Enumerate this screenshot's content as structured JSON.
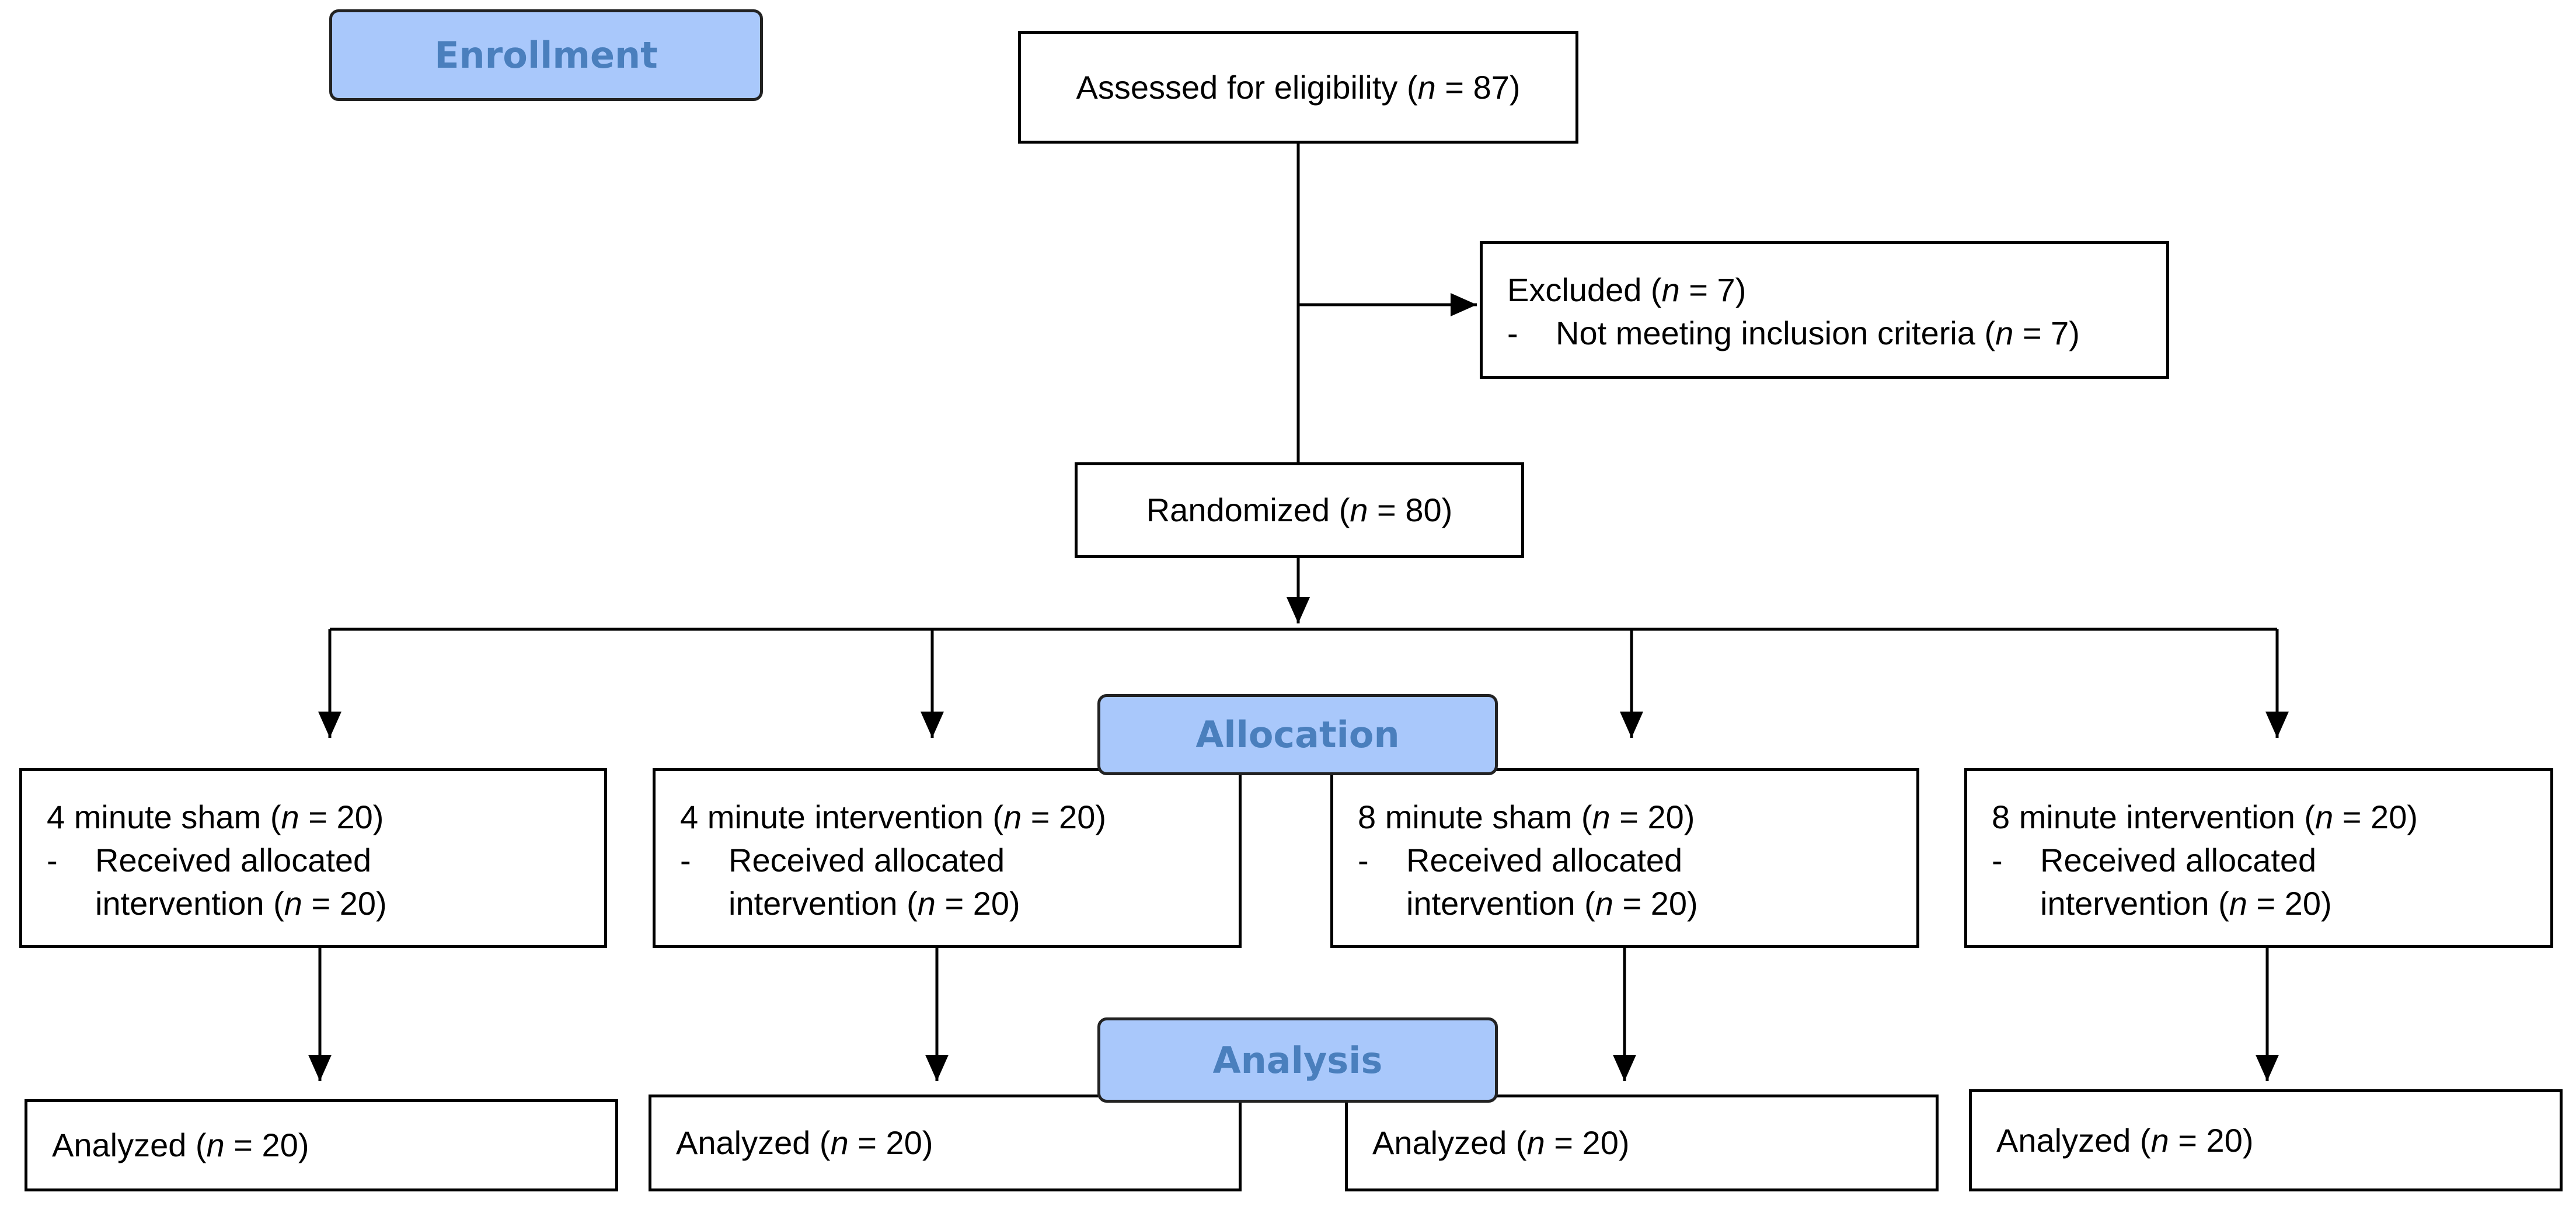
{
  "phases": {
    "enrollment": "Enrollment",
    "allocation": "Allocation",
    "analysis": "Analysis"
  },
  "n_symbol": "n",
  "assessed": {
    "label": "Assessed for eligibility (",
    "value": " = 87)"
  },
  "excluded": {
    "label": "Excluded  (",
    "value": " = 7)",
    "dash": "-",
    "reason_label": "Not meeting inclusion criteria (",
    "reason_value": " = 7)"
  },
  "randomized": {
    "label": "Randomized (",
    "value": " = 80)"
  },
  "arms": [
    {
      "title": "4 minute sham (",
      "title_value": " = 20)",
      "dash": "-",
      "line1": "Received allocated",
      "line2": "intervention (",
      "line2_value": " = 20)",
      "analyzed_label": "Analyzed  (",
      "analyzed_value": " = 20)"
    },
    {
      "title": "4 minute intervention (",
      "title_value": " = 20)",
      "dash": "-",
      "line1": "Received allocated",
      "line2": "intervention (",
      "line2_value": " = 20)",
      "analyzed_label": "Analyzed  (",
      "analyzed_value": " = 20)"
    },
    {
      "title": "8 minute sham (",
      "title_value": " = 20)",
      "dash": "-",
      "line1": "Received allocated",
      "line2": "intervention (",
      "line2_value": " = 20)",
      "analyzed_label": "Analyzed  (",
      "analyzed_value": " = 20)"
    },
    {
      "title": "8 minute intervention (",
      "title_value": " = 20)",
      "dash": "-",
      "line1": "Received allocated",
      "line2": "intervention (",
      "line2_value": " = 20)",
      "analyzed_label": "Analyzed  (",
      "analyzed_value": " = 20)"
    }
  ],
  "colors": {
    "phase_fill": "#a9c8fb",
    "phase_text": "#4a7fbd",
    "line": "#000000"
  }
}
